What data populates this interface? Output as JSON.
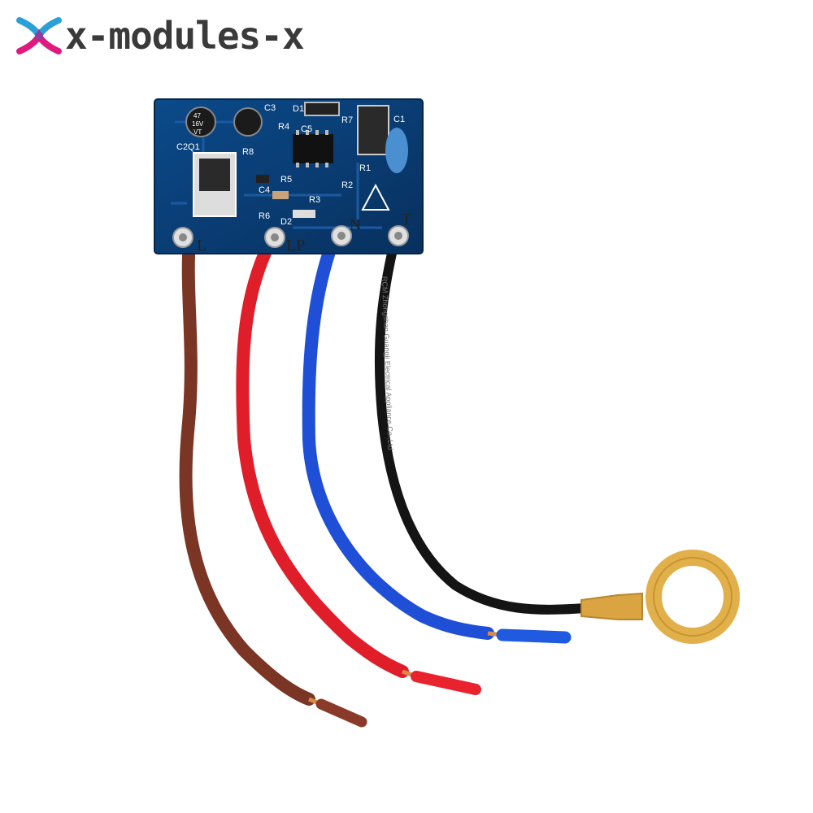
{
  "brand": {
    "name": "x-modules-x",
    "accent_colors": [
      "#e0197d",
      "#2a9fd8",
      "#8a3fa0"
    ]
  },
  "board": {
    "silkscreen": [
      "C3",
      "D1",
      "C1",
      "C5",
      "R4",
      "R7",
      "C2Q1",
      "R8",
      "R5",
      "C4",
      "R3",
      "R2",
      "R1",
      "R6",
      "D2"
    ],
    "capacitor_marking": [
      "47",
      "16V",
      "VT"
    ],
    "pins": [
      "L",
      "LP",
      "N",
      "T"
    ]
  },
  "wire_print": "RCM Zhongshan Guangji Electrical Appliance Co.,Ltd",
  "colors": {
    "pcb": "#0a3a70",
    "brown": "#7a3525",
    "red": "#e01e2a",
    "blue": "#1f4fd6",
    "black": "#141414",
    "brass": "#d9a441"
  }
}
